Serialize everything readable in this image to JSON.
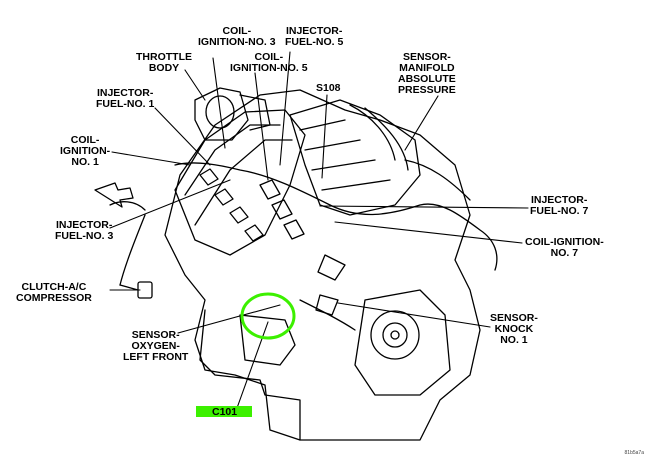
{
  "labels": {
    "coil3": [
      "COIL-",
      "IGNITION-NO. 3"
    ],
    "inj5": [
      "INJECTOR-",
      "FUEL-NO. 5"
    ],
    "coil5": [
      "COIL-",
      "IGNITION-NO. 5"
    ],
    "throttle": [
      "THROTTLE",
      "BODY"
    ],
    "s108": "S108",
    "map": [
      "SENSOR-",
      "MANIFOLD",
      "ABSOLUTE",
      "PRESSURE"
    ],
    "inj1": [
      "INJECTOR-",
      "FUEL-NO. 1"
    ],
    "coil1": [
      "COIL-",
      "IGNITION-",
      "NO. 1"
    ],
    "inj7": [
      "INJECTOR-",
      "FUEL-NO. 7"
    ],
    "inj3": [
      "INJECTOR-",
      "FUEL-NO. 3"
    ],
    "coil7": [
      "COIL-IGNITION-",
      "NO. 7"
    ],
    "clutch": [
      "CLUTCH-A/C",
      "COMPRESSOR"
    ],
    "knock": [
      "SENSOR-",
      "KNOCK",
      "NO. 1"
    ],
    "o2": [
      "SENSOR-",
      "OXYGEN-",
      "LEFT FRONT"
    ],
    "c101": "C101"
  },
  "highlight_color": "#3cf000",
  "figure_ref": "81b5a7a"
}
